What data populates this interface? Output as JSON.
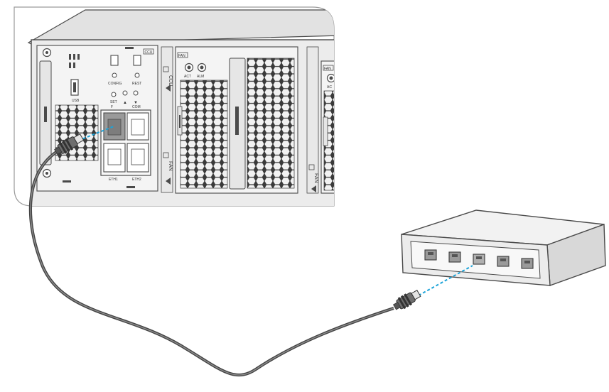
{
  "device": {
    "labels": {
      "ccu_tag": "CCU",
      "fan_tag": "FAN",
      "fan_tag_2": "FAN",
      "usb": "USB",
      "config": "CONFIG",
      "rest": "REST",
      "set": "SET",
      "up_arrow": "▲",
      "down_arrow": "▼",
      "f": "F",
      "com": "COM",
      "eth1": "ETH1",
      "eth2": "ETH2",
      "act": "ACT",
      "alm": "ALM",
      "ccu_side": "CCU",
      "fan_side": "FAN",
      "fan_side_2": "FAN",
      "act_2": "AC"
    }
  },
  "switch": {
    "port_count": 5,
    "connected_port_index": 2
  },
  "colors": {
    "outline": "#4a4a4a",
    "chassis": "#ececec",
    "chassis_dark": "#d8d8d8",
    "cable": "#555555",
    "link": "#1aa3d9",
    "port_highlight": "#9a9a9a"
  }
}
